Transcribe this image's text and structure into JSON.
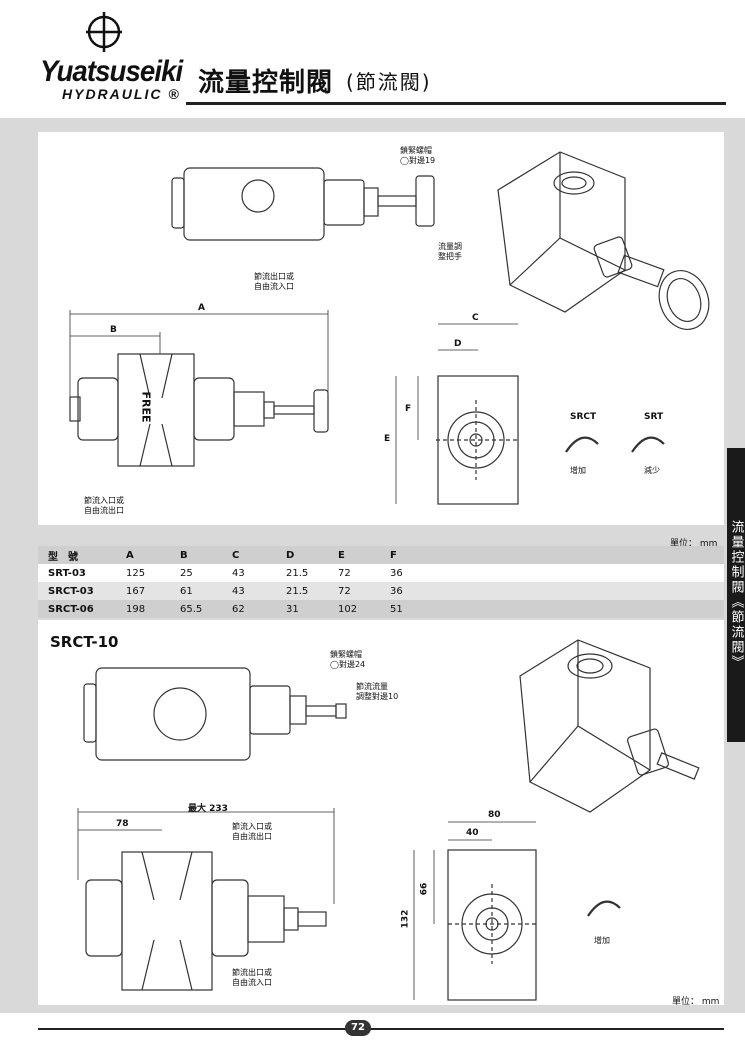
{
  "header": {
    "brand": "Yuatsuseiki",
    "brand_sub": "HYDRAULIC ®",
    "title": "流量控制閥",
    "subtitle": "(節流閥)"
  },
  "side_tab": "流量控制閥《節流閥》",
  "top_section": {
    "labels": {
      "lock_nut": "鎖緊螺帽",
      "lock_nut_size": "◯對邊19",
      "knob_1": "流量調",
      "knob_2": "整把手",
      "throttle_out_1": "節流出口或",
      "throttle_out_2": "自由流入口",
      "throttle_in_1": "節流入口或",
      "throttle_in_2": "自由流出口",
      "free": "FREE"
    },
    "dims": {
      "A": "A",
      "B": "B",
      "C": "C",
      "D": "D",
      "E": "E",
      "F": "F"
    },
    "rotation": [
      {
        "model": "SRCT",
        "effect": "增加"
      },
      {
        "model": "SRT",
        "effect": "減少"
      }
    ]
  },
  "table": {
    "unit": "單位： mm",
    "headers": [
      "型　號",
      "A",
      "B",
      "C",
      "D",
      "E",
      "F"
    ],
    "rows": [
      [
        "SRT-03",
        "125",
        "25",
        "43",
        "21.5",
        "72",
        "36"
      ],
      [
        "SRCT-03",
        "167",
        "61",
        "43",
        "21.5",
        "72",
        "36"
      ],
      [
        "SRCT-06",
        "198",
        "65.5",
        "62",
        "31",
        "102",
        "51"
      ]
    ]
  },
  "bottom_section": {
    "title": "SRCT-10",
    "labels": {
      "lock_nut": "鎖緊螺帽",
      "lock_nut_size": "◯對邊24",
      "adjust_1": "節流流量",
      "adjust_2": "調整對邊10",
      "throttle_in_1": "節流入口或",
      "throttle_in_2": "自由流出口",
      "throttle_out_1": "節流出口或",
      "throttle_out_2": "自由流入口",
      "increase": "增加"
    },
    "dims": {
      "max_len": "最大 233",
      "len_78": "78",
      "width_80": "80",
      "width_40": "40",
      "height_66": "66",
      "height_132": "132"
    },
    "unit": "單位： mm"
  },
  "footer": {
    "page": "72"
  }
}
